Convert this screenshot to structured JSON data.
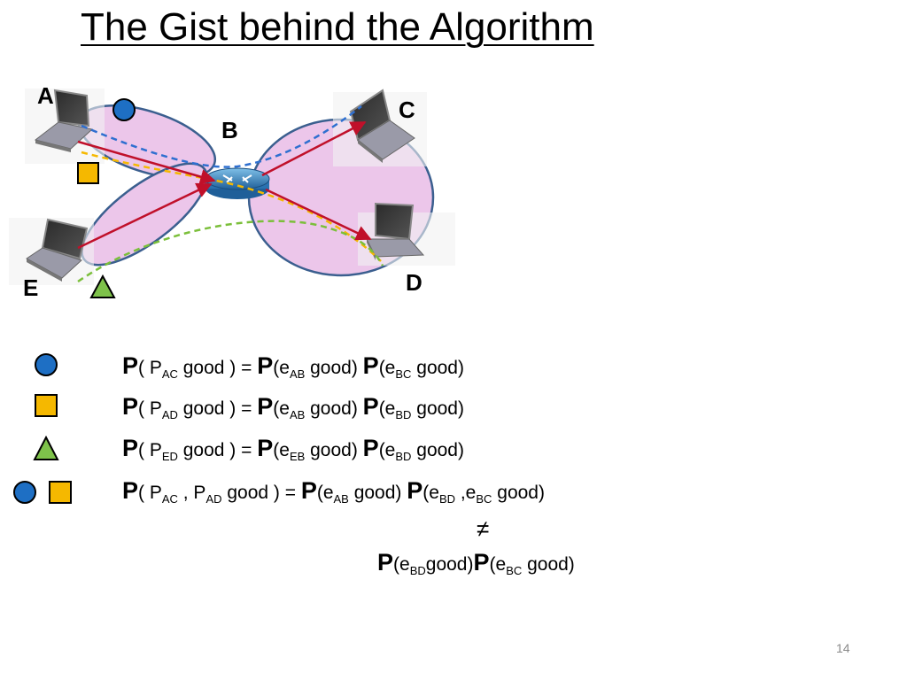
{
  "slide": {
    "title": "The Gist behind the Algorithm",
    "page_number": "14"
  },
  "diagram": {
    "nodes": {
      "A": "A",
      "B": "B",
      "C": "C",
      "D": "D",
      "E": "E"
    },
    "colors": {
      "ellipse_fill": "#ecc6ea",
      "ellipse_stroke": "#3b5f8f",
      "arrow": "#c0102a",
      "path_ac": "#2e6fd0",
      "path_ad": "#f5b800",
      "path_ed": "#7bbf3a",
      "marker_circle": "#1e6fc4",
      "marker_square": "#f5b800",
      "marker_triangle": "#7ec24a"
    }
  },
  "formulas": {
    "row1": {
      "p": "P",
      "open": "( P",
      "s1": "AC",
      "mid1": " good ) = ",
      "p2": "P",
      "e1": "(e",
      "s2": "AB",
      "mid2": " good) ",
      "p3": "P",
      "e2": "(e",
      "s3": "BC",
      "end": " good)"
    },
    "row2": {
      "p": "P",
      "open": "( P",
      "s1": "AD",
      "mid1": " good ) = ",
      "p2": "P",
      "e1": "(e",
      "s2": "AB",
      "mid2": " good) ",
      "p3": "P",
      "e2": "(e",
      "s3": "BD",
      "end": " good)"
    },
    "row3": {
      "p": "P",
      "open": "( P",
      "s1": "ED",
      "mid1": " good ) = ",
      "p2": "P",
      "e1": "(e",
      "s2": "EB",
      "mid2": " good) ",
      "p3": "P",
      "e2": "(e",
      "s3": "BD",
      "end": " good)"
    },
    "row4": {
      "p": "P",
      "open": "( P",
      "s1": "AC",
      "sep": " , P",
      "s1b": "AD",
      "mid1": " good ) = ",
      "p2": "P",
      "e1": "(e",
      "s2": "AB",
      "mid2": " good) ",
      "p3": "P",
      "e2": "(e",
      "s3": "BD",
      "sep2": " ,e",
      "s3b": "BC",
      "end": " good)"
    },
    "neq": "≠",
    "row5": {
      "p": "P",
      "e1": "(e",
      "s1": "BD",
      "mid": "good)",
      "p2": "P",
      "e2": "(e",
      "s2": "BC",
      "end": " good)"
    }
  }
}
